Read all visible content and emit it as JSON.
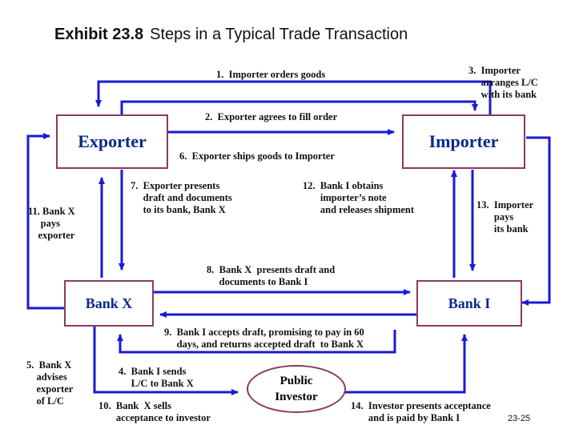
{
  "title": {
    "exhibit": "Exhibit 23.8",
    "text": "Steps in a Typical Trade Transaction"
  },
  "nodes": {
    "exporter": "Exporter",
    "importer": "Importer",
    "bank_x": "Bank X",
    "bank_i": "Bank I",
    "investor": "Public\nInvestor"
  },
  "steps": {
    "s1": "1.  Importer orders goods",
    "s2": "2.  Exporter agrees to fill order",
    "s3": "3.  Importer\n     arranges L/C\n     with its bank",
    "s4": "4.  Bank I sends\n     L/C to Bank X",
    "s5": "5.  Bank X\n    advises\n    exporter\n    of L/C",
    "s6": "6.  Exporter ships goods to Importer",
    "s7": "7.  Exporter presents\n     draft and documents\n     to its bank, Bank X",
    "s8": "8.  Bank X  presents draft and\n     documents to Bank I",
    "s9": "9.  Bank I accepts draft, promising to pay in 60\n     days, and returns accepted draft  to Bank X",
    "s10": "10.  Bank  X sells\n       acceptance to investor",
    "s11": "11. Bank X\n     pays\n    exporter",
    "s12": "12.  Bank I obtains\n       importer’s note\n       and releases shipment",
    "s13": "13.  Importer\n       pays\n       its bank",
    "s14": "14.  Investor presents acceptance\n       and is paid by Bank I"
  },
  "page_number": "23-25",
  "colors": {
    "arrow": "#1a1ad6",
    "box_border": "#8b3a62",
    "box_text": "#0a2a8a"
  }
}
